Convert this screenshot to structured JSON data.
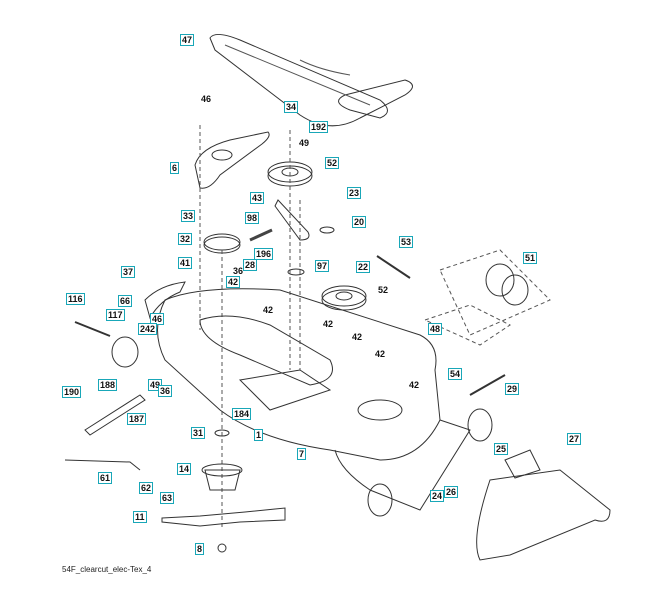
{
  "diagram": {
    "caption": "54F_clearcut_elec-Tex_4",
    "callout_box_color": "#19a7b8",
    "callouts": [
      {
        "num": "47",
        "boxed": true
      },
      {
        "num": "34",
        "boxed": true
      },
      {
        "num": "192",
        "boxed": true
      },
      {
        "num": "52",
        "boxed": true
      },
      {
        "num": "6",
        "boxed": true
      },
      {
        "num": "43",
        "boxed": true
      },
      {
        "num": "23",
        "boxed": true
      },
      {
        "num": "98",
        "boxed": true
      },
      {
        "num": "33",
        "boxed": true
      },
      {
        "num": "20",
        "boxed": true
      },
      {
        "num": "32",
        "boxed": true
      },
      {
        "num": "196",
        "boxed": true
      },
      {
        "num": "53",
        "boxed": true
      },
      {
        "num": "41",
        "boxed": true
      },
      {
        "num": "28",
        "boxed": true
      },
      {
        "num": "97",
        "boxed": true
      },
      {
        "num": "22",
        "boxed": true
      },
      {
        "num": "51",
        "boxed": true
      },
      {
        "num": "37",
        "boxed": true
      },
      {
        "num": "42",
        "boxed": true
      },
      {
        "num": "116",
        "boxed": true
      },
      {
        "num": "66",
        "boxed": true
      },
      {
        "num": "117",
        "boxed": true
      },
      {
        "num": "46",
        "boxed": true
      },
      {
        "num": "242",
        "boxed": true
      },
      {
        "num": "48",
        "boxed": true
      },
      {
        "num": "54",
        "boxed": true
      },
      {
        "num": "49",
        "boxed": true
      },
      {
        "num": "36",
        "boxed": true
      },
      {
        "num": "188",
        "boxed": true
      },
      {
        "num": "29",
        "boxed": true
      },
      {
        "num": "190",
        "boxed": true
      },
      {
        "num": "187",
        "boxed": true
      },
      {
        "num": "184",
        "boxed": true
      },
      {
        "num": "1",
        "boxed": true
      },
      {
        "num": "31",
        "boxed": true
      },
      {
        "num": "7",
        "boxed": true
      },
      {
        "num": "25",
        "boxed": true
      },
      {
        "num": "27",
        "boxed": true
      },
      {
        "num": "14",
        "boxed": true
      },
      {
        "num": "61",
        "boxed": true
      },
      {
        "num": "26",
        "boxed": true
      },
      {
        "num": "24",
        "boxed": true
      },
      {
        "num": "62",
        "boxed": true
      },
      {
        "num": "63",
        "boxed": true
      },
      {
        "num": "11",
        "boxed": true
      },
      {
        "num": "8",
        "boxed": true
      },
      {
        "num": "46",
        "boxed": false
      },
      {
        "num": "49",
        "boxed": false
      },
      {
        "num": "36",
        "boxed": false
      },
      {
        "num": "52",
        "boxed": false
      },
      {
        "num": "42",
        "boxed": false
      },
      {
        "num": "42",
        "boxed": false
      },
      {
        "num": "42",
        "boxed": false
      },
      {
        "num": "42",
        "boxed": false
      },
      {
        "num": "42",
        "boxed": false
      }
    ]
  }
}
